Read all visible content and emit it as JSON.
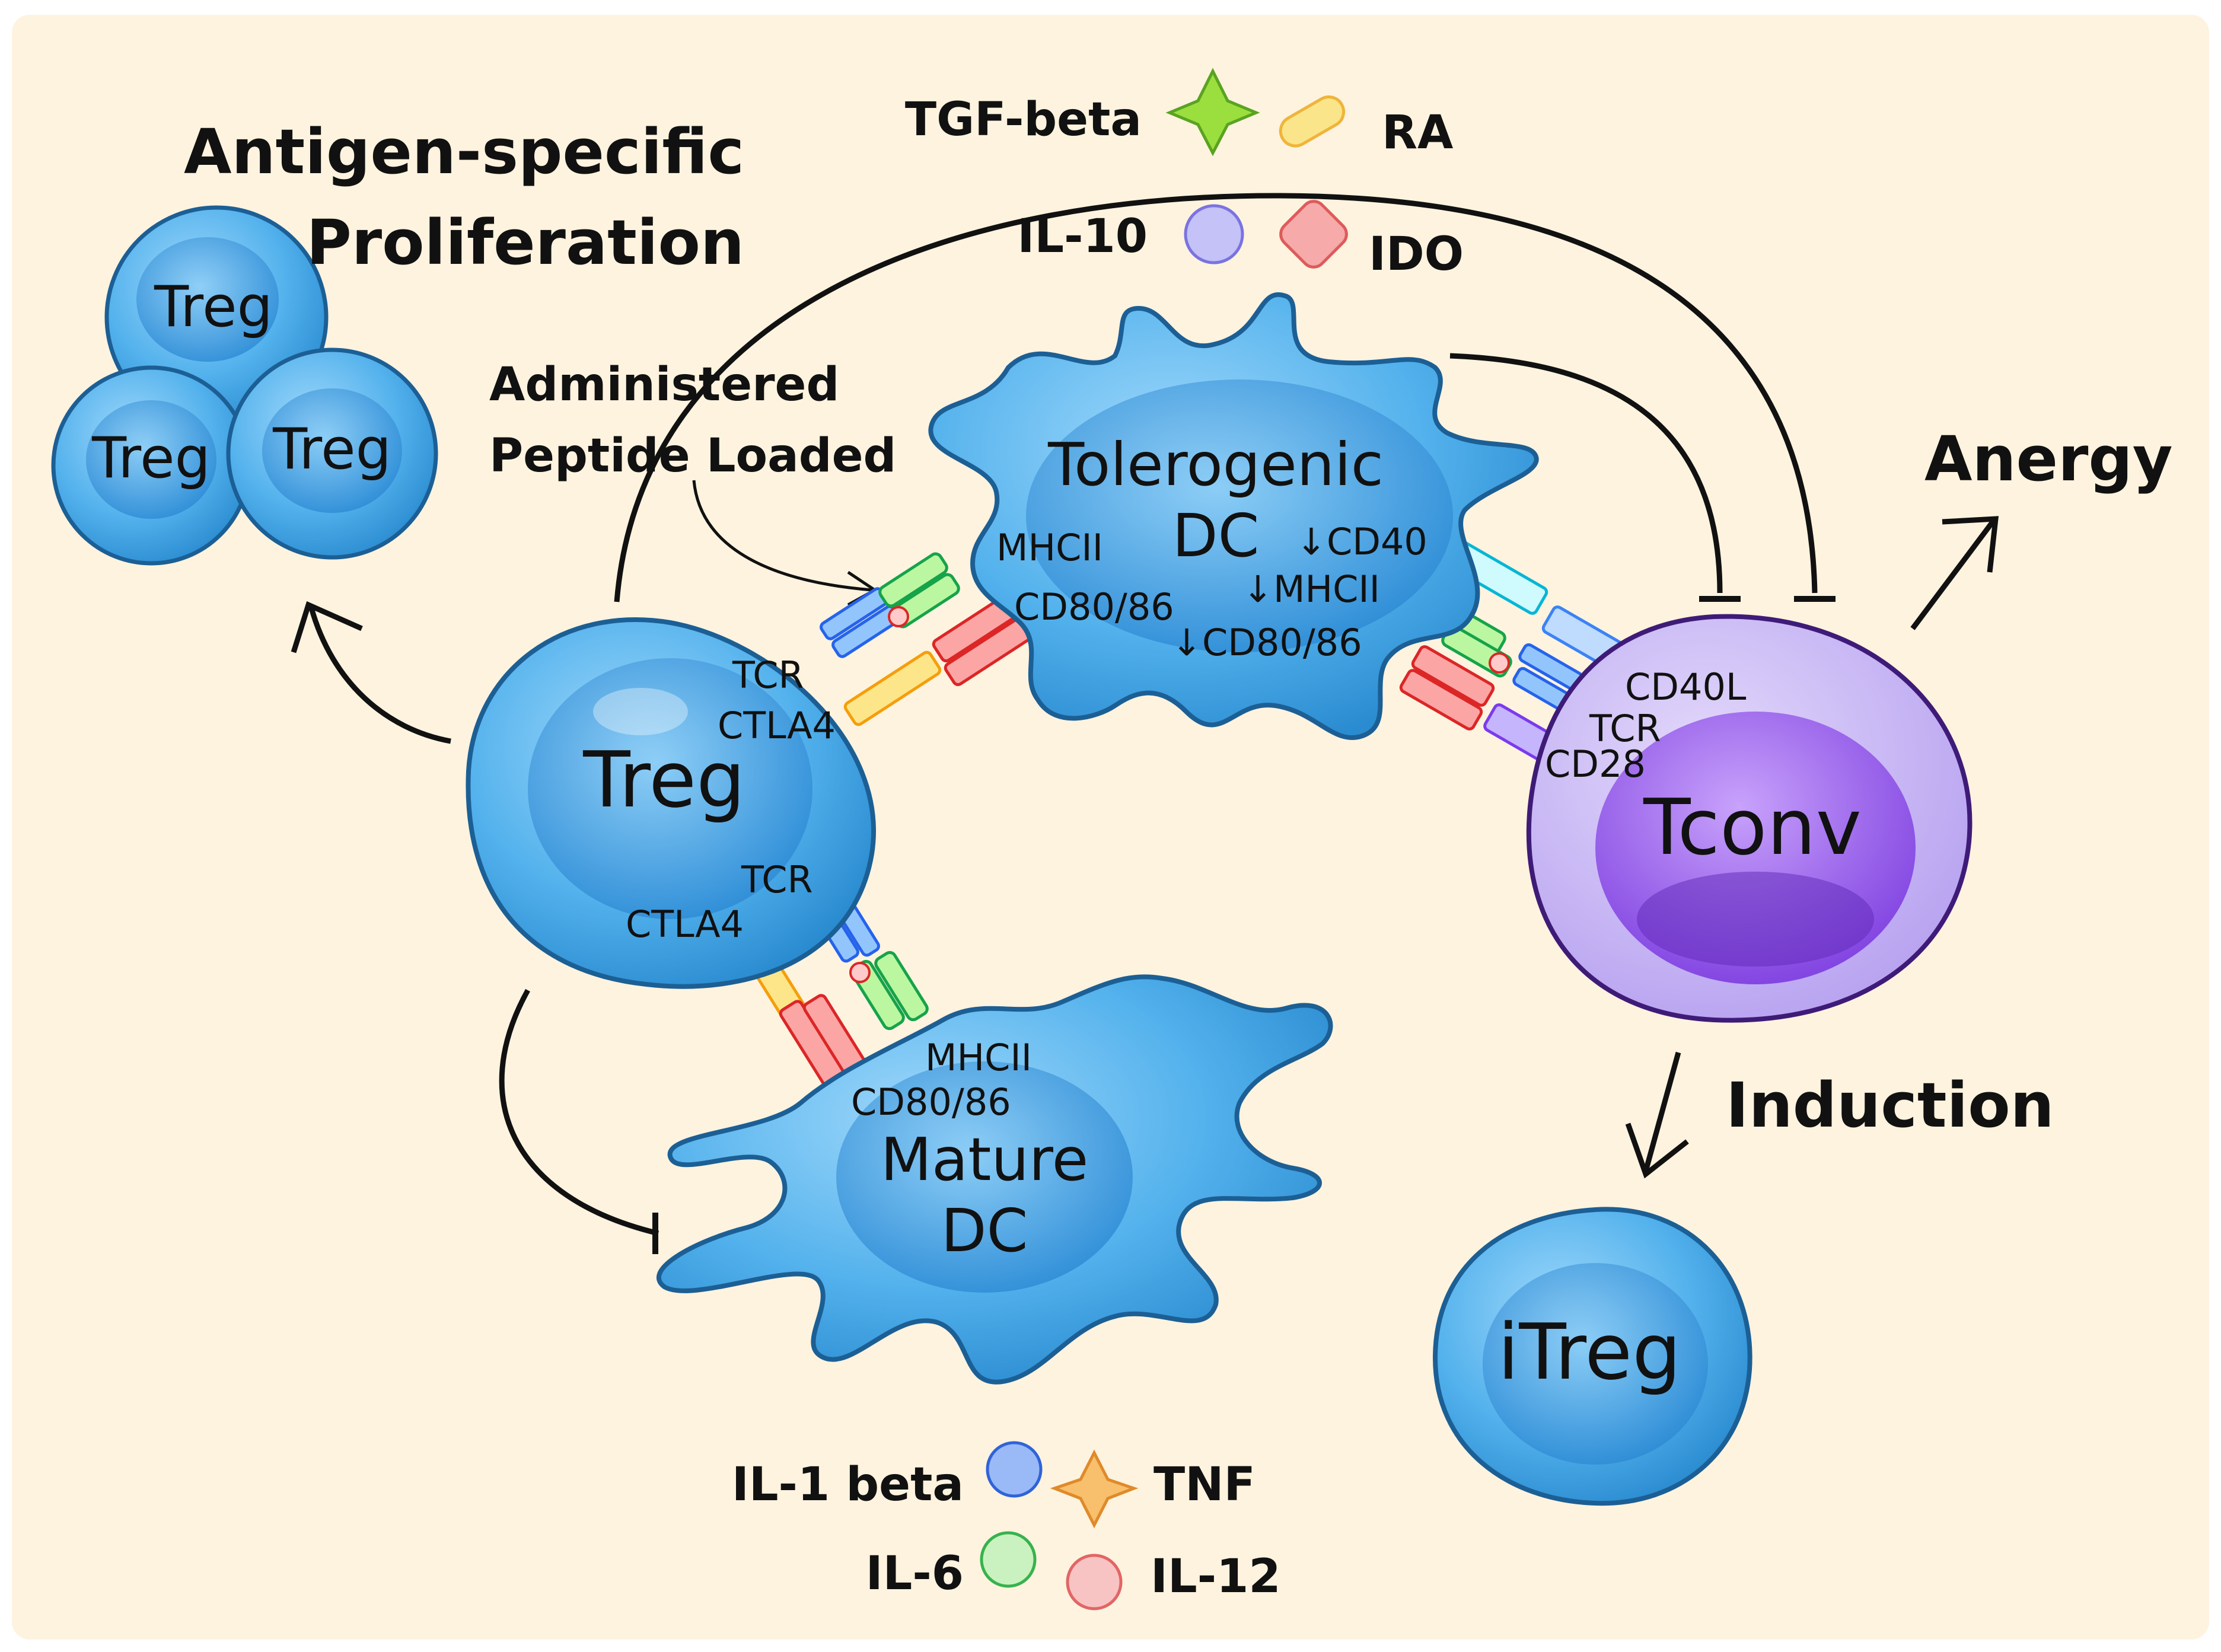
{
  "titles": {
    "proliferation_line1": "Antigen-specific",
    "proliferation_line2": "Proliferation",
    "peptide_line1": "Administered",
    "peptide_line2": "Peptide Loaded",
    "anergy": "Anergy",
    "induction": "Induction"
  },
  "cells": {
    "treg_small": [
      "Treg",
      "Treg",
      "Treg"
    ],
    "treg_main": "Treg",
    "tolerogenic_dc_line1": "Tolerogenic",
    "tolerogenic_dc_line2": "DC",
    "mature_dc_line1": "Mature",
    "mature_dc_line2": "DC",
    "tconv": "Tconv",
    "itreg": "iTreg"
  },
  "markers": {
    "treg_upper_tcr": "TCR",
    "treg_upper_ctla4": "CTLA4",
    "treg_lower_tcr": "TCR",
    "treg_lower_ctla4": "CTLA4",
    "tol_mhcii": "MHCII",
    "tol_cd80": "CD80/86",
    "tol_down_cd40": "↓CD40",
    "tol_down_mhcii": "↓MHCII",
    "tol_down_cd80": "↓CD80/86",
    "tconv_cd40l": "CD40L",
    "tconv_tcr": "TCR",
    "tconv_cd28": "CD28",
    "mature_mhcii": "MHCII",
    "mature_cd80": "CD80/86"
  },
  "legend_top": {
    "tgf": "TGF-beta",
    "ra": "RA",
    "il10": "IL-10",
    "ido": "IDO"
  },
  "legend_bottom": {
    "il1": "IL-1 beta",
    "tnf": "TNF",
    "il6": "IL-6",
    "il12": "IL-12"
  },
  "colors": {
    "background": "#fdf3df",
    "treg_fill": "#5bb8ee",
    "treg_outline": "#1c5f95",
    "tconv_fill": "#bda8f2",
    "tconv_nucleus": "#9b5cf0",
    "tconv_outline": "#3f1b78",
    "tgf": "#9adf3e",
    "ra": "#fbe58a",
    "il10": "#c4c2f6",
    "ido": "#f6aaaa",
    "il1": "#9ab9f7",
    "tnf": "#f8bf6c",
    "il6": "#c9f2c0",
    "il12": "#f8c3c3"
  }
}
